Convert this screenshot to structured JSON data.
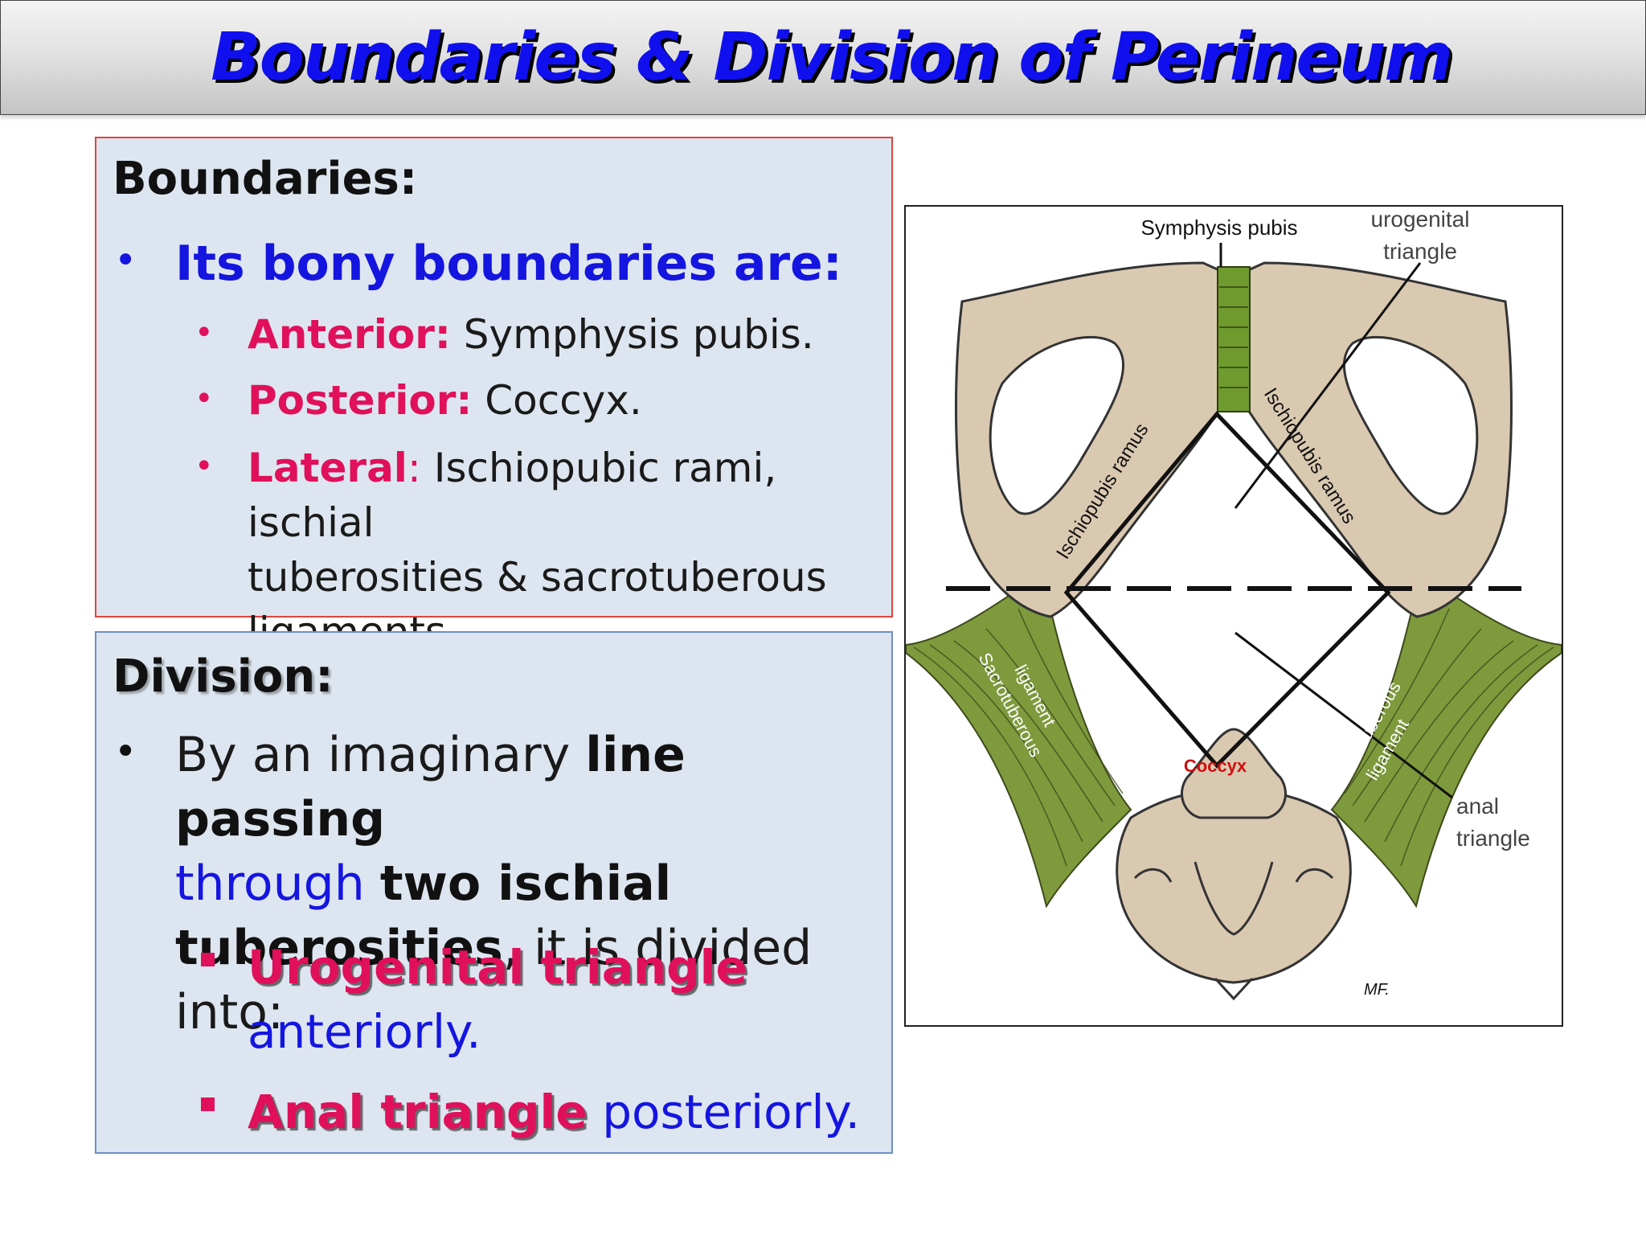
{
  "title": "Boundaries & Division of Perineum",
  "boundaries": {
    "heading": "Boundaries:",
    "bullet": "Its bony boundaries are:",
    "items": [
      {
        "label": "Anterior:",
        "text": " Symphysis pubis."
      },
      {
        "label": "Posterior:",
        "text": " Coccyx."
      },
      {
        "label": "Lateral",
        "colon": ":",
        "line1": " Ischiopubic rami, ischial",
        "line2": "tuberosities & sacrotuberous",
        "line3": "ligaments."
      }
    ]
  },
  "division": {
    "heading": "Division:",
    "p1": "By an imaginary ",
    "b1": "line passing",
    "p2": "through",
    "b2": "two ischial",
    "b3": "tuberosities",
    "p3": ", it is divided into:",
    "items": [
      {
        "label": "Urogenital triangle",
        "text": "anteriorly."
      },
      {
        "label": "Anal triangle",
        "text": " posteriorly."
      }
    ]
  },
  "figure": {
    "symphysis": "Symphysis pubis",
    "urogenital1": "urogenital",
    "urogenital2": "triangle",
    "ramus_left": "Ischiopubis ramus",
    "ramus_right": "Ischiopubis ramus",
    "sacro_left1": "Sacrotuberous",
    "sacro_left2": "ligament",
    "sacro_right1": "Sacrotuberous",
    "sacro_right2": "ligament",
    "coccyx": "Coccyx",
    "anal1": "anal",
    "anal2": "triangle",
    "signature": "MF."
  },
  "colors": {
    "title": "#1010ee",
    "accent_pink": "#e0105a",
    "text_blue": "#1515e0",
    "box_bg": "#dde6f0",
    "box1_border": "#e0443e",
    "box2_border": "#6f8fc8",
    "bone": "#dac9b1",
    "ligament": "#7e9a3c"
  }
}
